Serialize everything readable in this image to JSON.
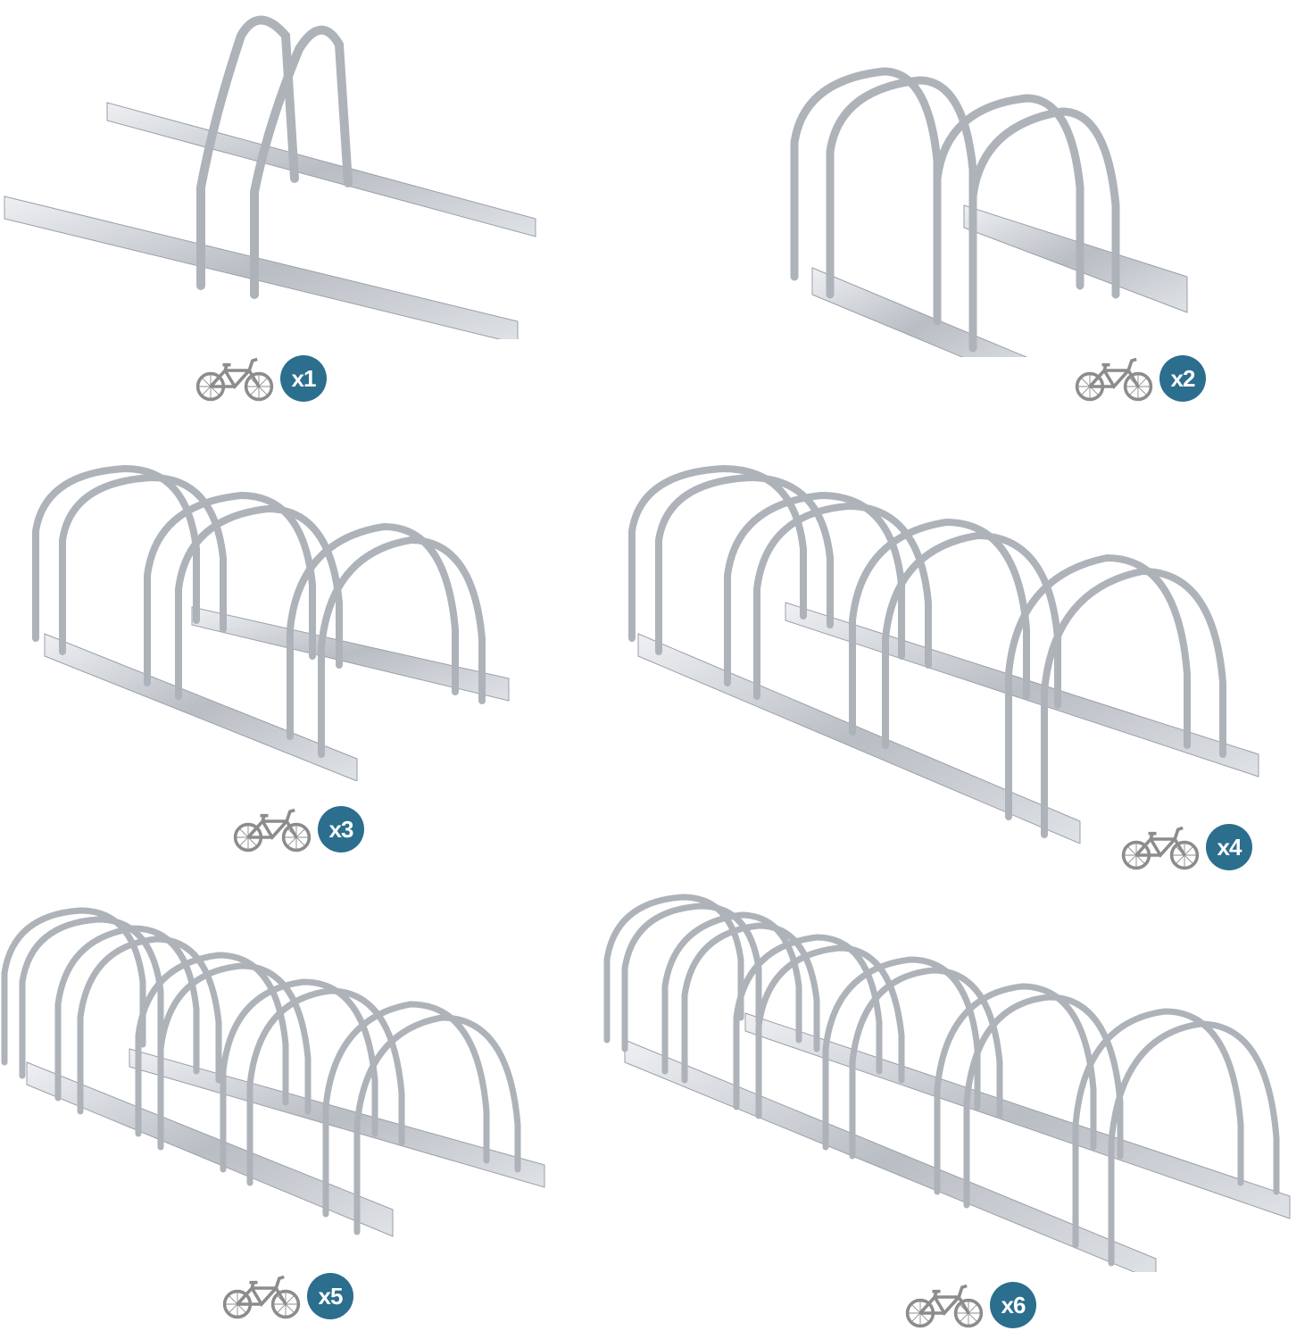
{
  "image": {
    "description": "Galvanized steel floor bicycle stands in six sizes",
    "background_color": "#ffffff",
    "metal_color": "#c9ccd1",
    "badge_color": "#2b6e8e",
    "bike_icon_color": "#8c8c8c"
  },
  "variants": [
    {
      "capacity": 1,
      "label": "x1",
      "icon": "bicycle-icon",
      "loops": 2
    },
    {
      "capacity": 2,
      "label": "x2",
      "icon": "bicycle-icon",
      "loops": 4
    },
    {
      "capacity": 3,
      "label": "x3",
      "icon": "bicycle-icon",
      "loops": 6
    },
    {
      "capacity": 4,
      "label": "x4",
      "icon": "bicycle-icon",
      "loops": 8
    },
    {
      "capacity": 5,
      "label": "x5",
      "icon": "bicycle-icon",
      "loops": 10
    },
    {
      "capacity": 6,
      "label": "x6",
      "icon": "bicycle-icon",
      "loops": 12
    }
  ]
}
